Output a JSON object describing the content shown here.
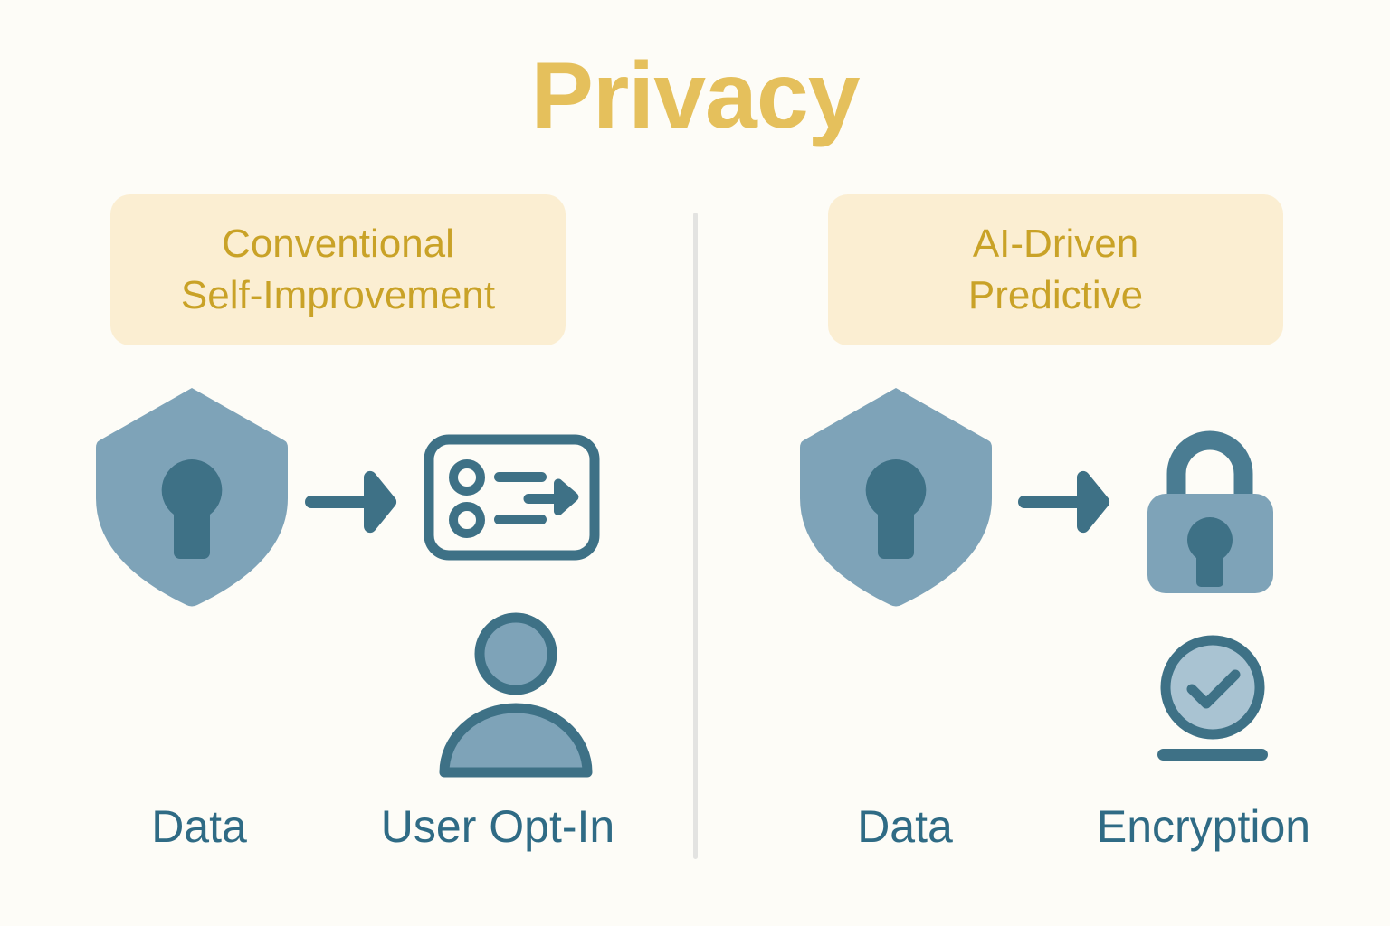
{
  "page": {
    "title": "Privacy",
    "background_color": "#fdfcf7",
    "title_color": "#e5c05c",
    "divider_color": "#e3e3e1"
  },
  "palette": {
    "gold_title": "#e5c05c",
    "pill_bg": "#fbeed2",
    "pill_text": "#c9a227",
    "icon_light": "#7ea3b8",
    "icon_dark": "#3e7186",
    "icon_mid": "#4a7c92",
    "caption_text": "#2f6b85"
  },
  "columns": [
    {
      "id": "conventional",
      "heading_line1": "Conventional",
      "heading_line2": "Self-Improvement",
      "items": [
        {
          "icon": "shield-keyhole-icon",
          "label": "Data"
        },
        {
          "icon": "consent-card-icon",
          "secondary_icon": "user-avatar-icon",
          "label": "User Opt-In"
        }
      ],
      "connector": "arrow-right-icon"
    },
    {
      "id": "ai-driven",
      "heading_line1": "AI-Driven",
      "heading_line2": "Predictive",
      "items": [
        {
          "icon": "shield-keyhole-icon",
          "label": "Data"
        },
        {
          "icon": "padlock-icon",
          "secondary_icon": "check-badge-icon",
          "label": "Encryption"
        }
      ],
      "connector": "arrow-right-icon"
    }
  ]
}
